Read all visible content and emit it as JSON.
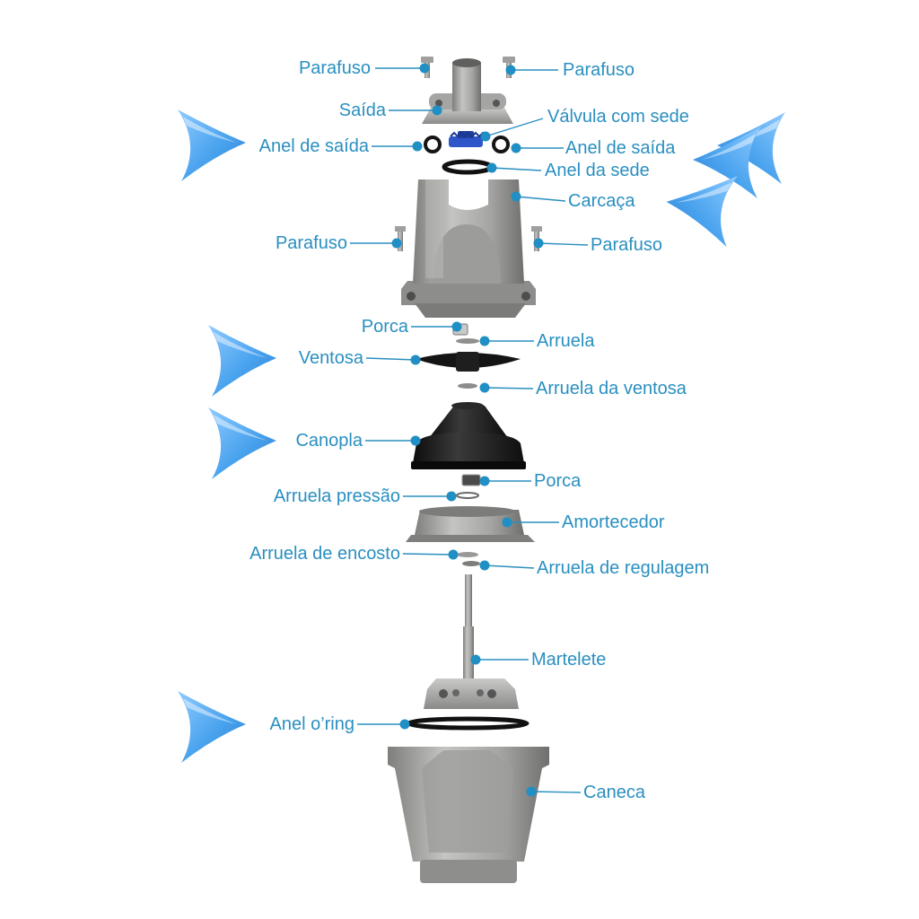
{
  "colors": {
    "label": "#2a8fc0",
    "dot": "#1f8fc4",
    "arrow": "#4aa3ee",
    "metal": "#a8a9a6",
    "rubber": "#1b1b1b",
    "valve_blue": "#2f56c9"
  },
  "labels": {
    "parafuso_top_left": "Parafuso",
    "parafuso_top_right": "Parafuso",
    "saida": "Saída",
    "valvula_com_sede": "Válvula com sede",
    "anel_de_saida_left": "Anel de saída",
    "anel_de_saida_right": "Anel de saída",
    "anel_da_sede": "Anel da sede",
    "carcaca": "Carcaça",
    "parafuso_mid_left": "Parafuso",
    "parafuso_mid_right": "Parafuso",
    "porca_top": "Porca",
    "arruela": "Arruela",
    "ventosa": "Ventosa",
    "arruela_da_ventosa": "Arruela da ventosa",
    "canopla": "Canopla",
    "porca_bottom": "Porca",
    "arruela_pressao": "Arruela pressão",
    "amortecedor": "Amortecedor",
    "arruela_de_encosto": "Arruela de encosto",
    "arruela_de_regulagem": "Arruela de regulagem",
    "martelete": "Martelete",
    "anel_oring": "Anel o’ring",
    "caneca": "Caneca"
  },
  "decor_icons": [
    "arrow-pointer-icon"
  ]
}
